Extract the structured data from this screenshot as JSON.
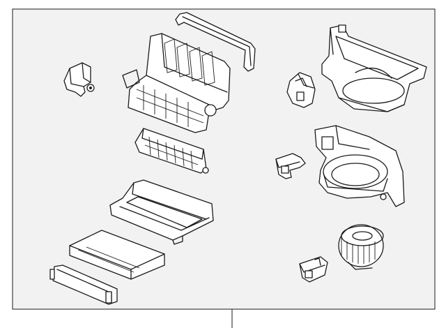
{
  "diagram": {
    "panel_background": "#f2f2f2",
    "line_color": "#1a1a1a",
    "components": [
      "evaporator-heater-case",
      "case-seal",
      "actuator-motor",
      "air-filter-housing-upper",
      "air-filter-housing-lower",
      "cabin-air-filter",
      "filter-cover-door",
      "blower-case-upper",
      "resistor-module",
      "blower-case-lower",
      "actuator-small",
      "blower-motor",
      "blower-resistor"
    ]
  }
}
